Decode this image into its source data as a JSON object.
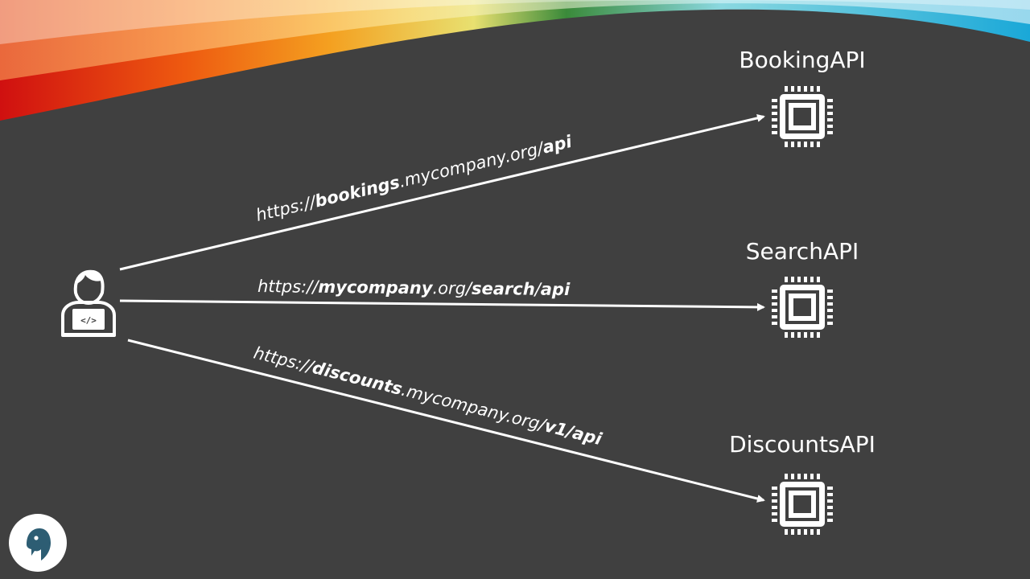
{
  "apis": [
    {
      "label": "BookingAPI",
      "icon": "cpu-chip-icon"
    },
    {
      "label": "SearchAPI",
      "icon": "cpu-chip-icon"
    },
    {
      "label": "DiscountsAPI",
      "icon": "cpu-chip-icon"
    }
  ],
  "routes": [
    {
      "segments": [
        {
          "text": "https://",
          "bold": false
        },
        {
          "text": "bookings",
          "bold": true
        },
        {
          "text": ".mycompany.org/",
          "bold": false
        },
        {
          "text": "api",
          "bold": true
        }
      ]
    },
    {
      "segments": [
        {
          "text": "https://",
          "bold": false
        },
        {
          "text": "mycompany",
          "bold": true
        },
        {
          "text": ".org/",
          "bold": false
        },
        {
          "text": "search",
          "bold": true
        },
        {
          "text": "/",
          "bold": false
        },
        {
          "text": "api",
          "bold": true
        }
      ]
    },
    {
      "segments": [
        {
          "text": "https://",
          "bold": false
        },
        {
          "text": "discounts",
          "bold": true
        },
        {
          "text": ".mycompany.org/",
          "bold": false
        },
        {
          "text": "v1/api",
          "bold": true
        }
      ]
    }
  ],
  "client": {
    "icon": "developer-icon"
  },
  "logo": {
    "icon": "bird-logo-icon"
  },
  "colors": {
    "background": "#404040",
    "foreground": "#ffffff",
    "logo_ink": "#2d5d73"
  }
}
